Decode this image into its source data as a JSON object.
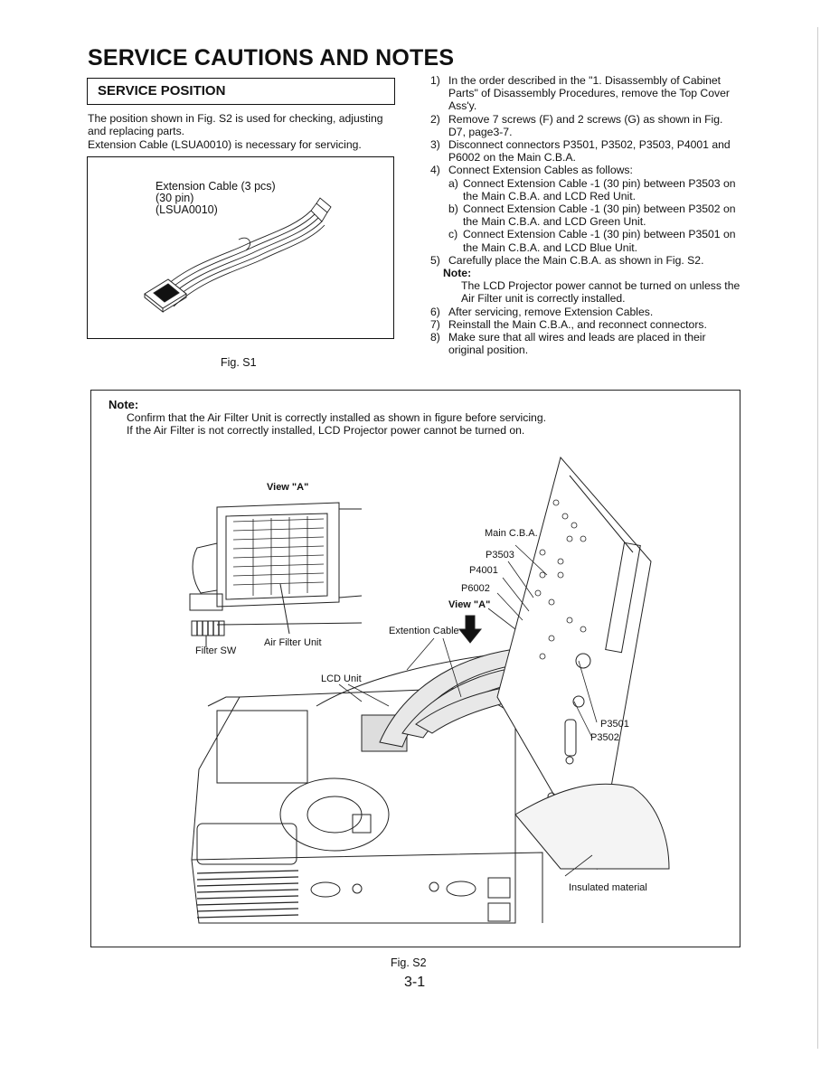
{
  "title": "SERVICE CAUTIONS AND NOTES",
  "section_title": "SERVICE POSITION",
  "intro": [
    "The position shown in Fig. S2 is used for checking, adjusting",
    "and replacing parts.",
    "Extension Cable (LSUA0010) is necessary for servicing."
  ],
  "fig1": {
    "label_lines": [
      "Extension Cable (3 pcs)",
      "(30 pin)",
      "(LSUA0010)"
    ],
    "caption": "Fig. S1"
  },
  "steps": [
    {
      "num": "1)",
      "text": "In the order described in the \"1. Disassembly of Cabinet Parts\" of Disassembly Procedures, remove the Top Cover Ass'y."
    },
    {
      "num": "2)",
      "text": "Remove 7 screws (F) and 2 screws (G) as shown in Fig. D7, page3-7."
    },
    {
      "num": "3)",
      "text": "Disconnect connectors P3501, P3502, P3503, P4001 and P6002 on the Main C.B.A."
    },
    {
      "num": "4)",
      "text": "Connect Extension Cables as follows:"
    },
    {
      "num": "a)",
      "text": "Connect Extension Cable -1 (30 pin) between P3503 on the Main C.B.A. and LCD Red Unit."
    },
    {
      "num": "b)",
      "text": "Connect Extension Cable -1 (30 pin) between P3502 on the Main C.B.A. and LCD Green Unit."
    },
    {
      "num": "c)",
      "text": "Connect Extension Cable -1 (30 pin) between P3501 on the Main C.B.A. and LCD Blue Unit."
    },
    {
      "num": "5)",
      "text": "Carefully place the Main C.B.A. as shown in Fig. S2."
    },
    {
      "note_heading": "Note:",
      "note_text": "The LCD Projector power cannot be turned on unless the Air Filter unit is correctly installed."
    },
    {
      "num": "6)",
      "text": "After servicing, remove Extension Cables."
    },
    {
      "num": "7)",
      "text": "Reinstall the Main C.B.A., and reconnect connectors."
    },
    {
      "num": "8)",
      "text": "Make sure that all wires and leads are placed in their original position."
    }
  ],
  "fig2": {
    "note_heading": "Note:",
    "note_line1": "Confirm that the Air Filter Unit is correctly installed as shown in figure before servicing.",
    "note_line2": "If the Air Filter is not correctly installed, LCD Projector power cannot be turned on.",
    "labels": {
      "view_a_title": "View \"A\"",
      "main_cba": "Main C.B.A.",
      "p3503": "P3503",
      "p4001": "P4001",
      "p6002": "P6002",
      "view_a": "View \"A\"",
      "extension_cable": "Extention Cable",
      "filter_sw": "Filter SW",
      "air_filter_unit": "Air Filter Unit",
      "lcd_unit": "LCD Unit",
      "p3501": "P3501",
      "p3502": "P3502",
      "insulated_material": "Insulated material"
    },
    "caption": "Fig. S2"
  },
  "page_number": "3-1"
}
